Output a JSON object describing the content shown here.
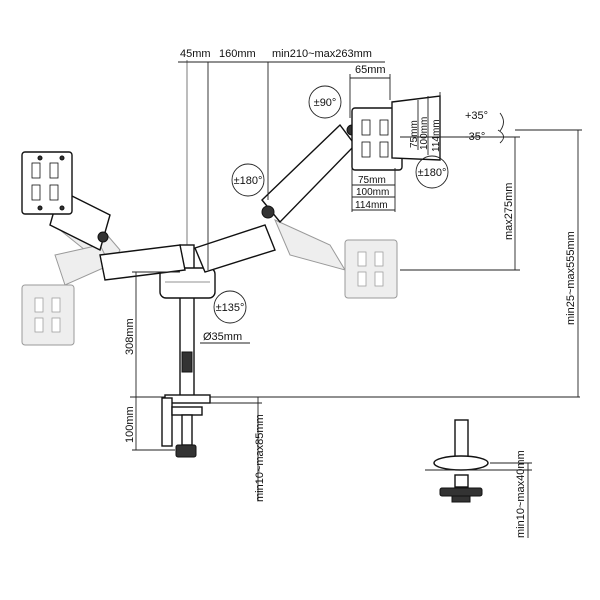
{
  "dimensions": {
    "d45": "45mm",
    "d160": "160mm",
    "reach": "min210~max263mm",
    "d65": "65mm",
    "d75": "75mm",
    "d100": "100mm",
    "d114": "114mm",
    "max275": "max275mm",
    "height_range": "min25~max555mm",
    "pole": "Ø35mm",
    "d308": "308mm",
    "clamp100": "100mm",
    "desk_clamp": "min10~max85mm",
    "desk_grommet": "min10~max40mm"
  },
  "angles": {
    "rot90": "±90°",
    "rot180_arm": "±180°",
    "rot180_head": "±180°",
    "rot135": "±135°",
    "tilt_up": "+35°",
    "tilt_down": "-35°"
  }
}
